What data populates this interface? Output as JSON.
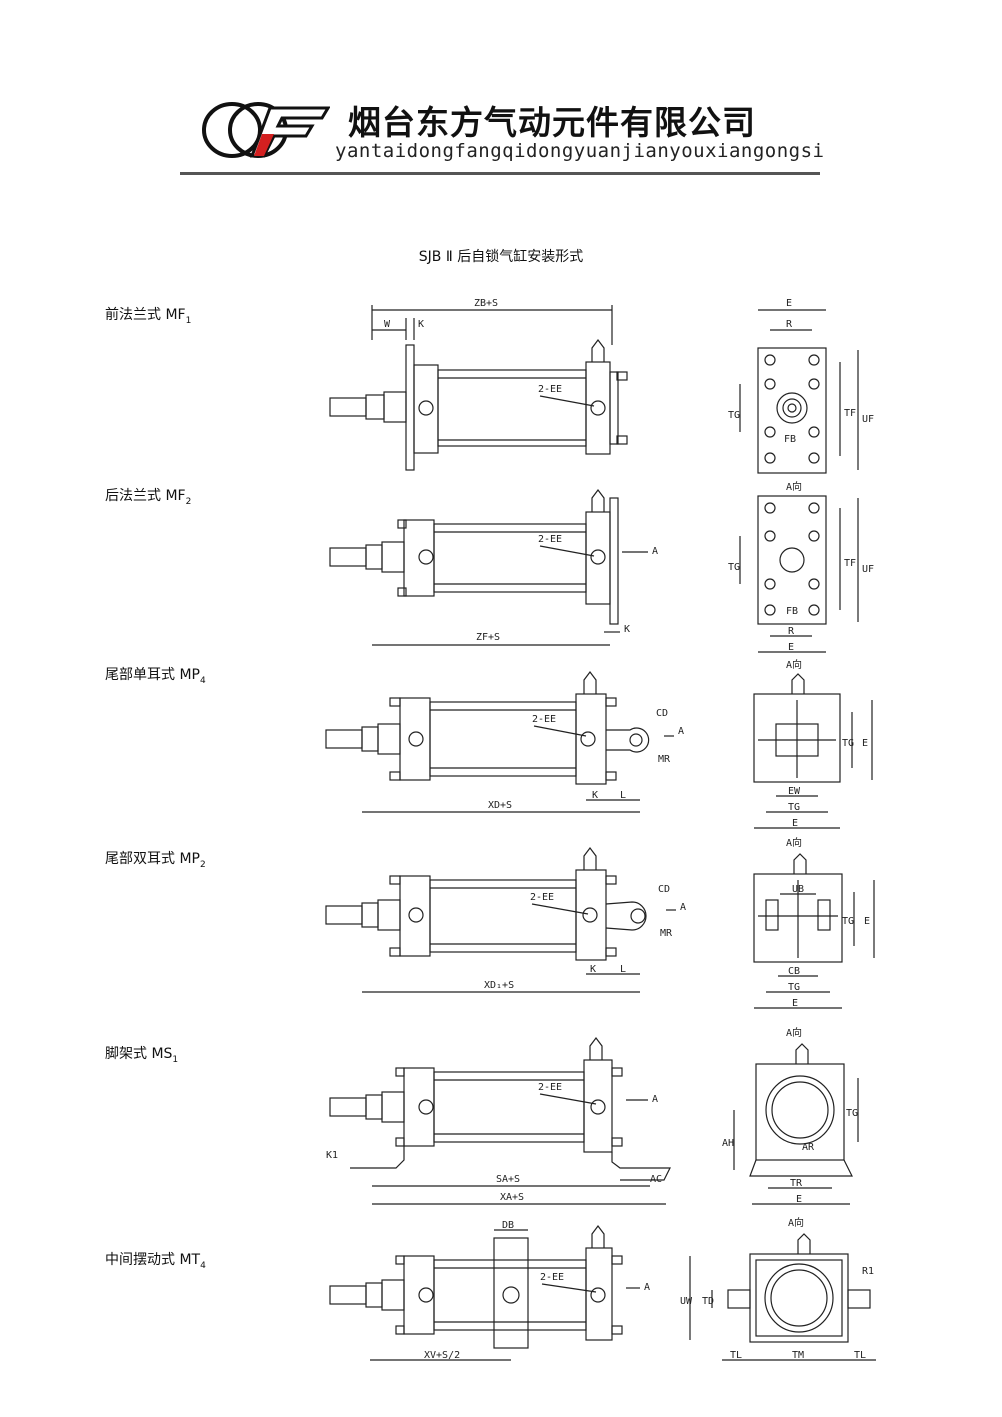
{
  "header": {
    "company_name_cn": "烟台东方气动元件有限公司",
    "company_name_pinyin": "yantaidongfangqidongyuanjianyouxiangongsi"
  },
  "title": "SJB Ⅱ 后自锁气缸安装形式",
  "mounts": [
    {
      "label": "前法兰式 MF",
      "sub": "1"
    },
    {
      "label": "后法兰式 MF",
      "sub": "2"
    },
    {
      "label": "尾部单耳式 MP",
      "sub": "4"
    },
    {
      "label": "尾部双耳式 MP",
      "sub": "2"
    },
    {
      "label": "脚架式 MS",
      "sub": "1"
    },
    {
      "label": "中间摆动式 MT",
      "sub": "4"
    }
  ],
  "dims": {
    "zb_s": "ZB+S",
    "w": "W",
    "k": "K",
    "ee": "2-EE",
    "e": "E",
    "r": "R",
    "tg": "TG",
    "tf": "TF",
    "uf": "UF",
    "fb": "FB",
    "zf_s": "ZF+S",
    "a": "A",
    "a_dir": "A向",
    "cd": "CD",
    "mr": "MR",
    "l": "L",
    "xd_s": "XD+S",
    "ew": "EW",
    "xd1_s": "XD₁+S",
    "ub": "UB",
    "cb": "CB",
    "k1": "K1",
    "sa_s": "SA+S",
    "xa_s": "XA+S",
    "ac": "AC",
    "ah": "AH",
    "ar": "AR",
    "tr": "TR",
    "db": "DB",
    "xv_s": "XV+S/2",
    "uw": "UW",
    "td": "TD",
    "r1": "R1",
    "tl": "TL",
    "tm": "TM"
  }
}
